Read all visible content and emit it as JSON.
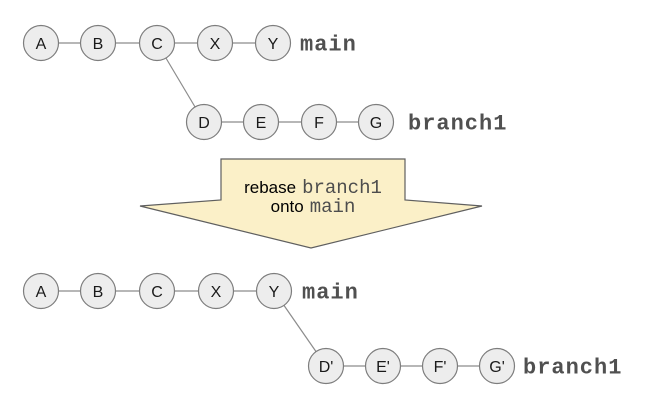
{
  "before": {
    "main_nodes": [
      "A",
      "B",
      "C",
      "X",
      "Y"
    ],
    "branch_nodes": [
      "D",
      "E",
      "F",
      "G"
    ],
    "main_label": "main",
    "branch_label": "branch1"
  },
  "arrow": {
    "action1": "rebase",
    "code1": "branch1",
    "action2": "onto",
    "code2": "main"
  },
  "after": {
    "main_nodes": [
      "A",
      "B",
      "C",
      "X",
      "Y"
    ],
    "branch_nodes": [
      "D'",
      "E'",
      "F'",
      "G'"
    ],
    "main_label": "main",
    "branch_label": "branch1"
  },
  "colors": {
    "node_fill": "#ededed",
    "node_border": "#7d7d7d",
    "edge": "#8c8c8c",
    "arrow_fill": "#fbf0c8",
    "arrow_border": "#5f5f5f",
    "branch_label_text": "#505050",
    "arrow_code_text": "#4d4d4d",
    "background": "#ffffff"
  }
}
